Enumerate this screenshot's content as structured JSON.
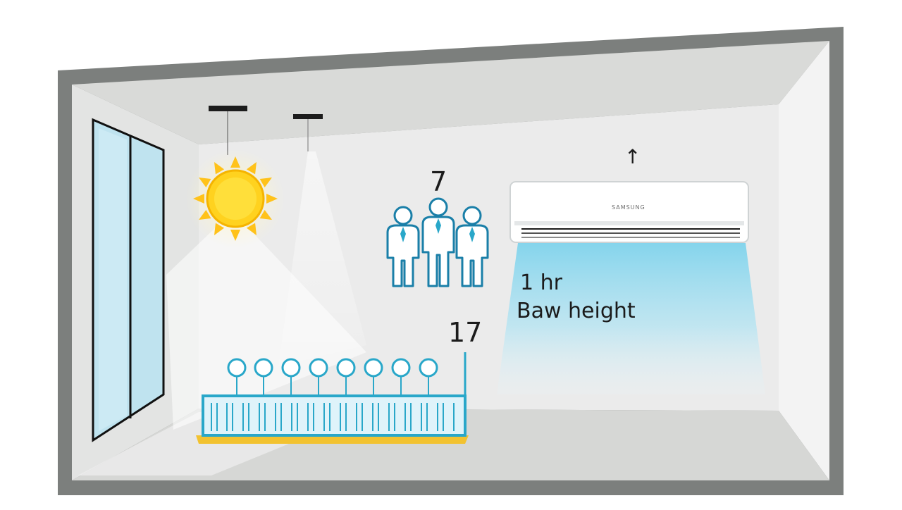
{
  "labels": {
    "occupants": "7",
    "desks": "17",
    "duration": "1 hr",
    "height": "Baw height",
    "ac_brand": "SAMSUNG",
    "up_arrow": "↑"
  },
  "colors": {
    "frame": "#7c7f7d",
    "ceiling": "#d9dad8",
    "wall": "#e9eaea",
    "floor": "#d6d7d5",
    "window_glass": "#bfe3ef",
    "person_outline": "#1a7fa8",
    "accent_teal": "#29a7c9",
    "sun": "#ffcc1a",
    "desk_bar": "#f2c230",
    "ac_airflow": "#7fd3ec",
    "light_fixture": "#1c1c1c"
  },
  "icons": [
    "sun-icon",
    "person-icon",
    "ceiling-light-icon",
    "air-conditioner-icon",
    "up-arrow-icon"
  ]
}
